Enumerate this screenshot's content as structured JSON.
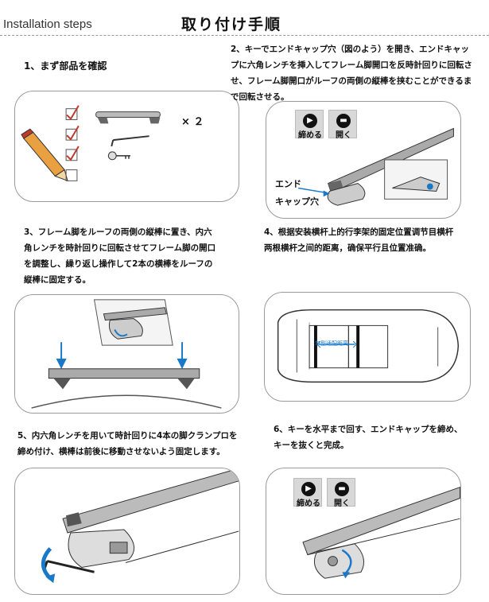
{
  "header": {
    "english_title": "Installation steps",
    "japanese_title": "取り付け手順"
  },
  "steps": [
    {
      "title": "1、まず部品を確認",
      "quantity": "× ２"
    },
    {
      "lines": [
        "2、キーでエンドキャップ穴（図のよう）を開き、エンドキャッ",
        "プに六角レンチを挿入してフレーム脚開口を反時計回りに回転さ",
        "せ、フレーム脚開口がルーフの両側の縦棒を挟むことができるま",
        "で回転させる。"
      ],
      "buttons": {
        "lock": "締める",
        "unlock": "開く"
      },
      "callout_line1": "エンド",
      "callout_line2": "キャップ穴"
    },
    {
      "lines": [
        "3、フレーム脚をルーフの両側の縦棒に置き、内六",
        "角レンチを時計回りに回転させてフレーム脚の開口",
        "を調整し、繰り返し操作して2本の横棒をルーフの",
        "縦棒に固定する。"
      ]
    },
    {
      "lines": [
        "4、根据安装横杆上的行李架的固定位置调节目横杆",
        "两根横杆之间的距离，确保平行且位置准确。"
      ],
      "car_label": "车型适配距离"
    },
    {
      "lines": [
        "5、内六角レンチを用いて時計回りに4本の脚クランプロを",
        "締め付け、横棒は前後に移動させないよう固定します。"
      ]
    },
    {
      "lines": [
        "6、キーを水平まで回す、エンドキャップを締め、",
        "キーを抜くと完成。"
      ],
      "buttons": {
        "lock": "締める",
        "unlock": "開く"
      }
    }
  ],
  "icons": [
    "pencil-icon",
    "checkbox-icon",
    "key-icon",
    "hex-wrench-icon",
    "lock-icon",
    "unlock-icon",
    "rotation-arrow-icon",
    "down-arrow-icon"
  ],
  "colors": {
    "accent_arrow": "#1a78c8",
    "panel_border": "#9a9a9a",
    "pencil": "#e8a040",
    "check": "#c0392b"
  }
}
